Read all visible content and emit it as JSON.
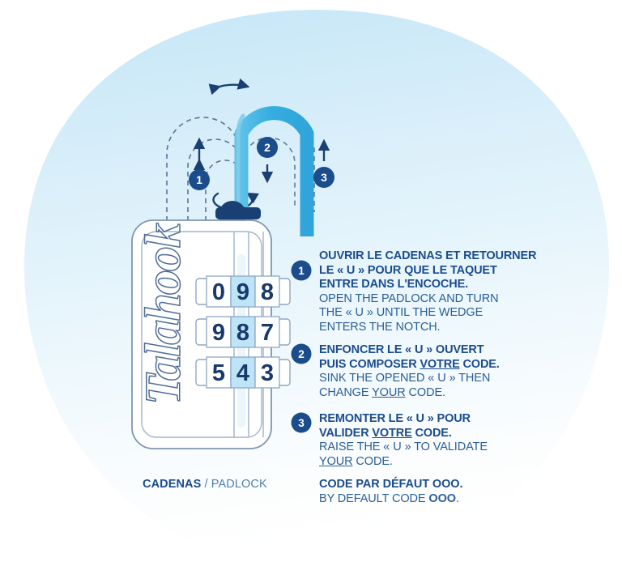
{
  "colors": {
    "navy": "#1B4C8C",
    "navy_text": "#2B5E96",
    "muted_blue": "#4E7FAE",
    "cyan": "#35ADE0",
    "cyan_light": "#7FCDEC",
    "dark_navy": "#1A3F73",
    "bg_blue": "#CEE9F8",
    "outline_gray": "#6E87A8",
    "digit_highlight": "#BEE4F7",
    "white": "#FFFFFF"
  },
  "illustration": {
    "shackle_label": "padlock-shackle",
    "wedge_label": "wedge-taquet",
    "dashed_arcs_label": "motion-guide-arcs",
    "rotate_top_label": "rotate-arrow-top",
    "rotate_bottom_label": "rotate-arrow-bottom"
  },
  "callouts": [
    {
      "number": "1",
      "arrow": "up-down"
    },
    {
      "number": "2",
      "arrow": "down"
    },
    {
      "number": "3",
      "arrow": "up"
    }
  ],
  "padlock": {
    "brand_logo_text": "Talahook",
    "dials": [
      {
        "digits": [
          "0",
          "9",
          "8"
        ],
        "highlight_index": 1
      },
      {
        "digits": [
          "9",
          "8",
          "7"
        ],
        "highlight_index": 1
      },
      {
        "digits": [
          "5",
          "4",
          "3"
        ],
        "highlight_index": 1
      }
    ]
  },
  "steps": [
    {
      "badge": "1",
      "title_fr": "OUVRIR LE CADENAS ET RETOURNER\nLE « U » POUR QUE LE TAQUET\nENTRE DANS L'ENCOCHE.",
      "body_en": "OPEN THE PADLOCK AND TURN\nTHE « U » UNTIL THE WEDGE\nENTERS THE NOTCH."
    },
    {
      "badge": "2",
      "title_fr_pre": "ENFONCER LE « U » OUVERT\nPUIS COMPOSER ",
      "title_fr_underline": "VOTRE",
      "title_fr_post": " CODE.",
      "body_en_pre": "SINK THE OPENED « U » THEN\nCHANGE ",
      "body_en_underline": "YOUR",
      "body_en_post": " CODE."
    },
    {
      "badge": "3",
      "title_fr_pre": "REMONTER LE « U » POUR\nVALIDER ",
      "title_fr_underline": "VOTRE",
      "title_fr_post": " CODE.",
      "body_en_pre": "RAISE THE « U » TO VALIDATE\n",
      "body_en_underline": "YOUR",
      "body_en_post": " CODE."
    }
  ],
  "caption": {
    "padlock_fr": "CADENAS",
    "padlock_sep": " / ",
    "padlock_en": "PADLOCK"
  },
  "default_code": {
    "fr_pre": "CODE PAR DÉFAUT ",
    "fr_zeros": "OOO",
    "fr_post": ".",
    "en_pre": "BY DEFAULT CODE ",
    "en_zeros": "OOO",
    "en_post": "."
  }
}
